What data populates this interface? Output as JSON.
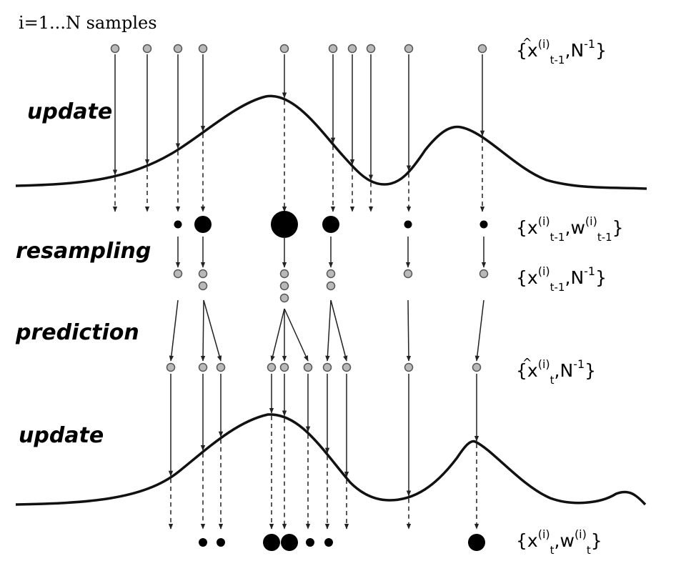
{
  "header": "i=1...N samples",
  "stages": [
    {
      "id": "update-1",
      "label": "update"
    },
    {
      "id": "resampling",
      "label": "resampling"
    },
    {
      "id": "prediction",
      "label": "prediction"
    },
    {
      "id": "update-2",
      "label": "update"
    }
  ],
  "sets": [
    {
      "id": "prior-particles",
      "pre": "{",
      "var": "x",
      "hat": true,
      "sup1": "(i)",
      "sub1": "t-1",
      "mid": ",",
      "var2": "N",
      "sup2": "-1",
      "sub2": "",
      "post": "}"
    },
    {
      "id": "weighted-particles",
      "pre": "{",
      "var": "x",
      "hat": false,
      "sup1": "(i)",
      "sub1": "t-1",
      "mid": ",",
      "var2": "w",
      "sup2": "(i)",
      "sub2": "t-1",
      "post": "}"
    },
    {
      "id": "resampled-particles",
      "pre": "{",
      "var": "x",
      "hat": false,
      "sup1": "(i)",
      "sub1": "t-1",
      "mid": ",",
      "var2": "N",
      "sup2": "-1",
      "sub2": "",
      "post": "}"
    },
    {
      "id": "predicted-particles",
      "pre": "{",
      "var": "x",
      "hat": true,
      "sup1": "(i)",
      "sub1": "t",
      "mid": ",",
      "var2": "N",
      "sup2": "-1",
      "sub2": "",
      "post": "}"
    },
    {
      "id": "posterior-particles",
      "pre": "{",
      "var": "x",
      "hat": false,
      "sup1": "(i)",
      "sub1": "t",
      "mid": ",",
      "var2": "w",
      "sup2": "(i)",
      "sub2": "t",
      "post": "}"
    }
  ],
  "colors": {
    "particle_fill": "#b9b9b9",
    "weight_fill": "#000000",
    "curve": "#111111"
  }
}
